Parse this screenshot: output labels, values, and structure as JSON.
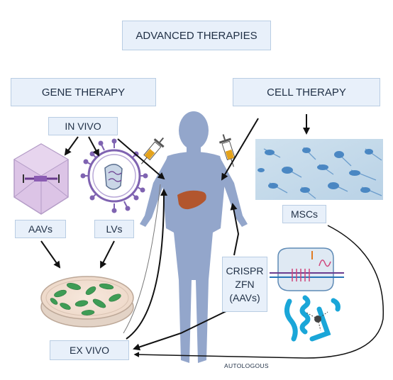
{
  "title": "ADVANCED THERAPIES",
  "branches": {
    "gene_therapy": "GENE THERAPY",
    "cell_therapy": "CELL THERAPY"
  },
  "gene": {
    "in_vivo": "IN VIVO",
    "aavs": "AAVs",
    "lvs": "LVs",
    "ex_vivo": "EX VIVO"
  },
  "cell": {
    "mscs": "MSCs"
  },
  "editing": {
    "line1": "CRISPR",
    "line2": "ZFN",
    "line3": "(AAVs)"
  },
  "autologous": "AUTOLOGOUS",
  "colors": {
    "box_fill": "#e8f0fa",
    "box_border": "#b9cde3",
    "body": "#93a6cb",
    "liver": "#b2562e",
    "aav_capsid": "#d8bde2",
    "lv_virus": "#7f63b1",
    "petri_cells": "#3e9c55",
    "msc_stain": "#3e7fbf",
    "protein": "#1aa6d8",
    "arrow": "#111111"
  }
}
